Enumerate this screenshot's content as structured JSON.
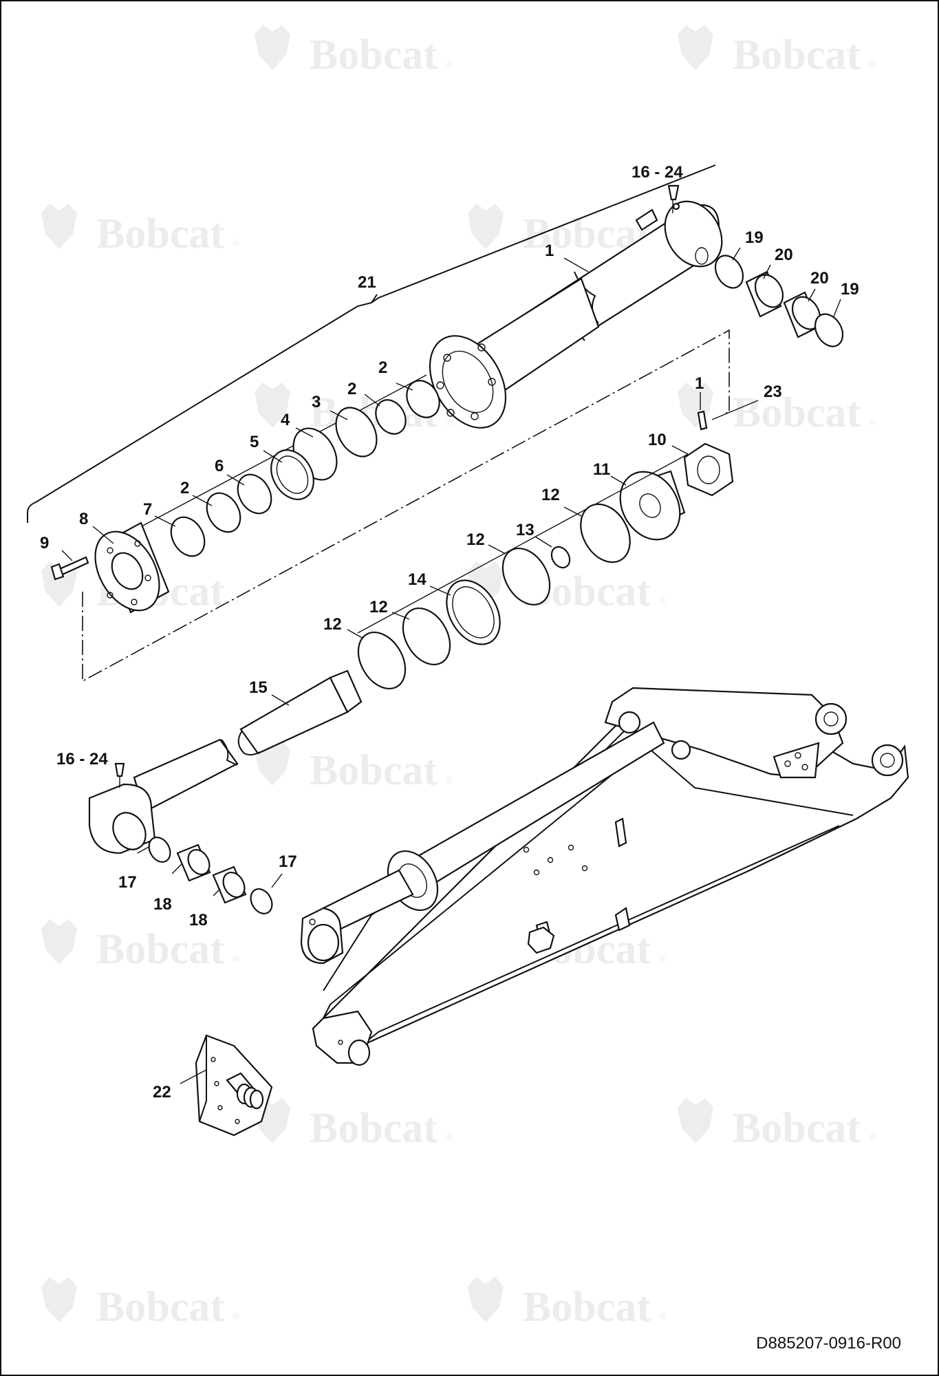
{
  "diagram": {
    "watermark_text": "Bobcat",
    "watermark_icon": "bobcat-head-logo",
    "document_reference": "D885207-0916-R00",
    "callouts": [
      {
        "id": "c-16-24-top",
        "text": "16 - 24"
      },
      {
        "id": "c-1-barrel",
        "text": "1"
      },
      {
        "id": "c-19-a",
        "text": "19"
      },
      {
        "id": "c-20-a",
        "text": "20"
      },
      {
        "id": "c-20-b",
        "text": "20"
      },
      {
        "id": "c-19-b",
        "text": "19"
      },
      {
        "id": "c-21",
        "text": "21"
      },
      {
        "id": "c-2-a",
        "text": "2"
      },
      {
        "id": "c-2-b",
        "text": "2"
      },
      {
        "id": "c-3",
        "text": "3"
      },
      {
        "id": "c-4",
        "text": "4"
      },
      {
        "id": "c-5",
        "text": "5"
      },
      {
        "id": "c-6",
        "text": "6"
      },
      {
        "id": "c-2-c",
        "text": "2"
      },
      {
        "id": "c-7",
        "text": "7"
      },
      {
        "id": "c-8",
        "text": "8"
      },
      {
        "id": "c-9",
        "text": "9"
      },
      {
        "id": "c-1-screw",
        "text": "1"
      },
      {
        "id": "c-23",
        "text": "23"
      },
      {
        "id": "c-10",
        "text": "10"
      },
      {
        "id": "c-11",
        "text": "11"
      },
      {
        "id": "c-12-a",
        "text": "12"
      },
      {
        "id": "c-13",
        "text": "13"
      },
      {
        "id": "c-12-b",
        "text": "12"
      },
      {
        "id": "c-14",
        "text": "14"
      },
      {
        "id": "c-12-c",
        "text": "12"
      },
      {
        "id": "c-12-d",
        "text": "12"
      },
      {
        "id": "c-15",
        "text": "15"
      },
      {
        "id": "c-16-24-bottom",
        "text": "16 - 24"
      },
      {
        "id": "c-17-a",
        "text": "17"
      },
      {
        "id": "c-17-b",
        "text": "17"
      },
      {
        "id": "c-18-a",
        "text": "18"
      },
      {
        "id": "c-18-b",
        "text": "18"
      },
      {
        "id": "c-22",
        "text": "22"
      }
    ]
  }
}
